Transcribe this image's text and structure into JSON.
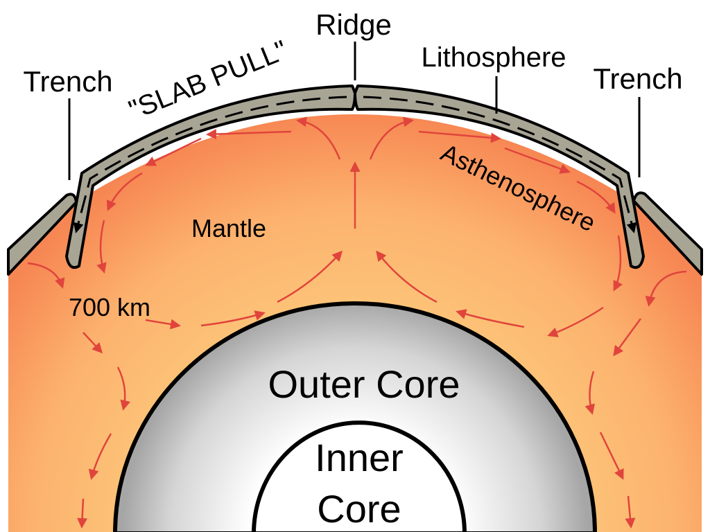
{
  "labels": {
    "ridge": "Ridge",
    "trench_left": "Trench",
    "trench_right": "Trench",
    "lithosphere": "Lithosphere",
    "slab_pull": "\"SLAB PULL\"",
    "asthenosphere": "Asthenosphere",
    "mantle": "Mantle",
    "depth": "700 km",
    "outer_core": "Outer Core",
    "inner_core_line1": "Inner",
    "inner_core_line2": "Core"
  },
  "colors": {
    "mantle_outer": "#f78a55",
    "mantle_inner": "#fdc878",
    "lithosphere": "#a8a595",
    "convection_arrow": "#e0443c",
    "plate_arrow": "#000000",
    "outer_core_light": "#e8e8e8",
    "outer_core_dark": "#a9a9a9",
    "inner_core": "#ffffff",
    "outline": "#000000"
  }
}
